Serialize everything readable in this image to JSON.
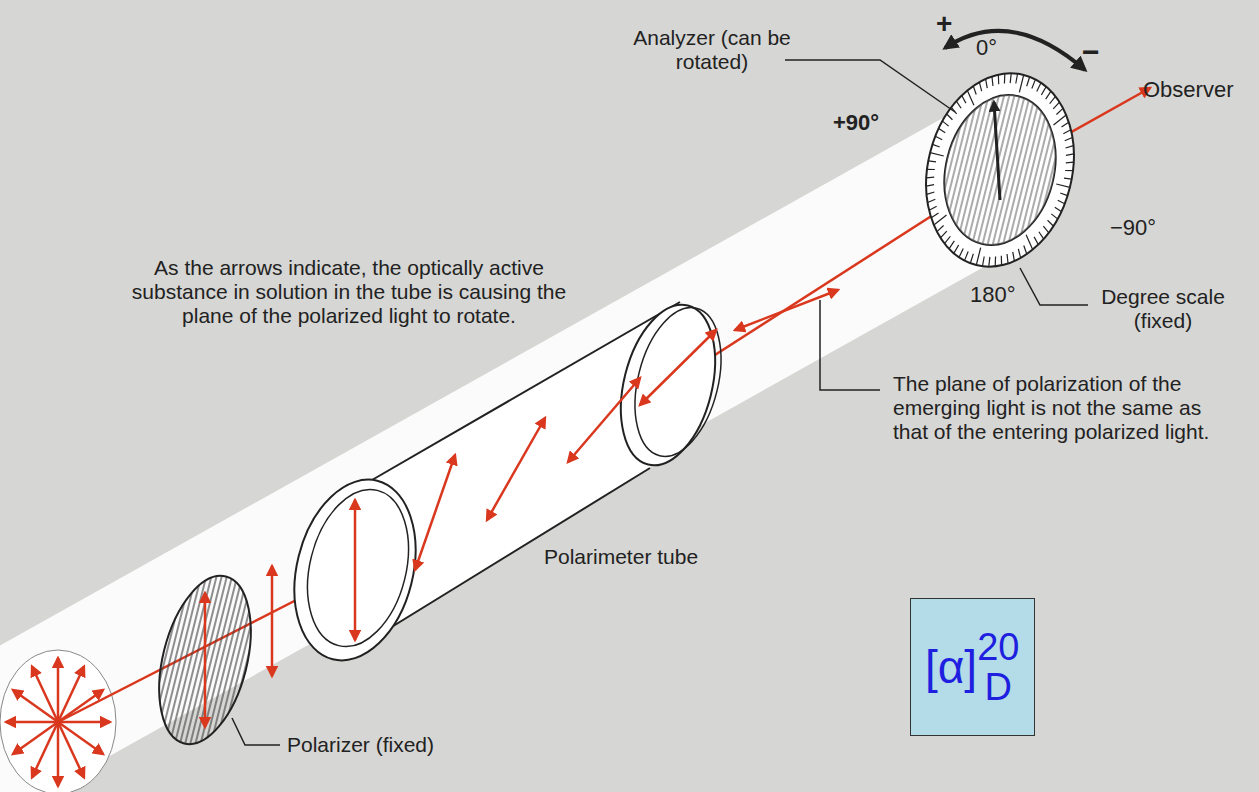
{
  "diagram": {
    "nodes": [
      {
        "text": [
          "[α]",
          "20",
          "D"
        ]
      }
    ],
    "labels": [
      "Analyzer (can be rotated)",
      "+",
      "0°",
      "−",
      "Observer",
      "+90°",
      "−90°",
      "As the arrows indicate, the optically active substance in solution in the tube is causing the plane of the polarized light to rotate.",
      "The plane of polarization of the emerging light is not the same as that of the entering polarized light.",
      "180°",
      "Degree scale (fixed)",
      "Polarimeter tube",
      "Polarizer (fixed)"
    ]
  }
}
